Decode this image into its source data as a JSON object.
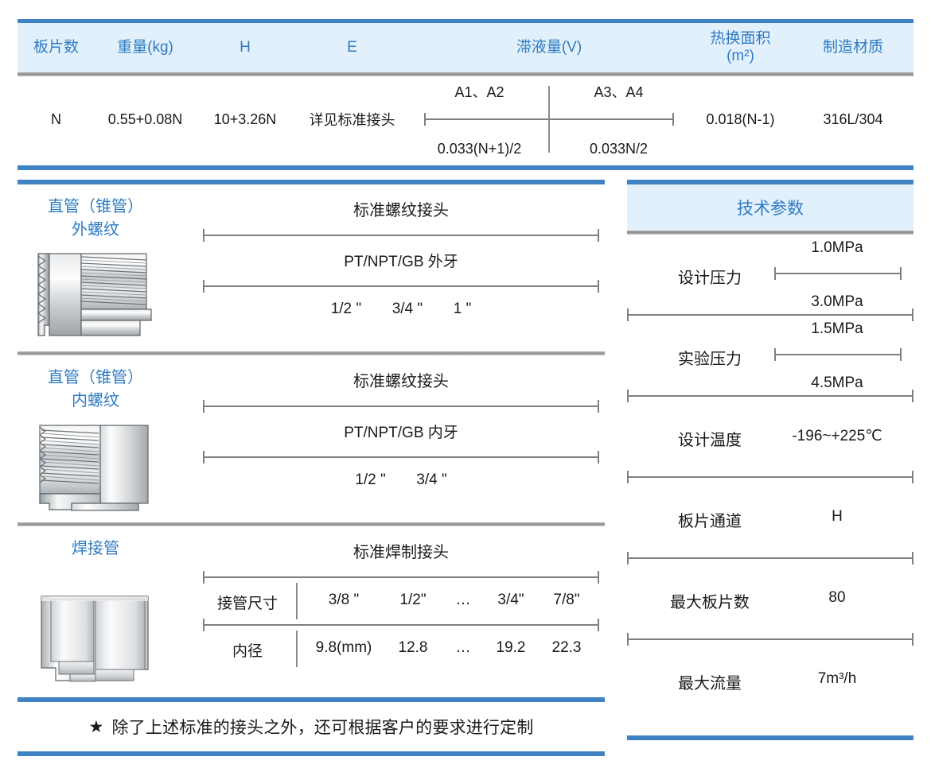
{
  "spec_table": {
    "headers": [
      "板片数",
      "重量(kg)",
      "H",
      "E",
      "滞液量(V)",
      "热换面积",
      "(m²)",
      "制造材质"
    ],
    "row": {
      "plates": "N",
      "weight": "0.55+0.08N",
      "h": "10+3.26N",
      "e": "详见标准接头",
      "v_top_left": "A1、A2",
      "v_top_right": "A3、A4",
      "v_bottom_left": "0.033(N+1)/2",
      "v_bottom_right": "0.033N/2",
      "area": "0.018(N-1)",
      "material": "316L/304"
    }
  },
  "left_panel": {
    "sections": [
      {
        "title_line1": "直管（锥管）",
        "title_line2": "外螺纹",
        "head": "标准螺纹接头",
        "mid": "PT/NPT/GB 外牙",
        "sizes": [
          "1/2 \"",
          "3/4 \"",
          "1 \""
        ],
        "icon": "external-thread-fitting"
      },
      {
        "title_line1": "直管（锥管）",
        "title_line2": "内螺纹",
        "head": "标准螺纹接头",
        "mid": "PT/NPT/GB 内牙",
        "sizes": [
          "1/2 \"",
          "3/4 \""
        ],
        "icon": "internal-thread-fitting"
      },
      {
        "title_line1": "焊接管",
        "title_line2": "",
        "head": "标准焊制接头",
        "icon": "welded-pipe-fitting",
        "table_rows": [
          {
            "label": "接管尺寸",
            "values": [
              "3/8 \"",
              "1/2\"",
              "…",
              "3/4\"",
              "7/8\""
            ]
          },
          {
            "label": "内径",
            "values": [
              "9.8(mm)",
              "12.8",
              "…",
              "19.2",
              "22.3"
            ]
          }
        ]
      }
    ],
    "note": {
      "star": "★",
      "text": "除了上述标准的接头之外，还可根据客户的要求进行定制"
    }
  },
  "right_panel": {
    "title": "技术参数",
    "params": [
      {
        "label": "设计压力",
        "above": "1.0MPa",
        "below": "3.0MPa",
        "type": "range"
      },
      {
        "label": "实验压力",
        "above": "1.5MPa",
        "below": "4.5MPa",
        "type": "range"
      },
      {
        "label": "设计温度",
        "value": "-196~+225℃",
        "type": "single"
      },
      {
        "label": "板片通道",
        "value": "H",
        "type": "single"
      },
      {
        "label": "最大板片数",
        "value": "80",
        "type": "single"
      },
      {
        "label": "最大流量",
        "value": "7m³/h",
        "type": "single"
      }
    ]
  },
  "colors": {
    "accent_blue": "#3f83c4",
    "header_bg": "#e2f0fb",
    "header_text": "#2f7cc2",
    "rule_grey": "#8a8a8a",
    "dim_grey": "#7f7f7f"
  }
}
